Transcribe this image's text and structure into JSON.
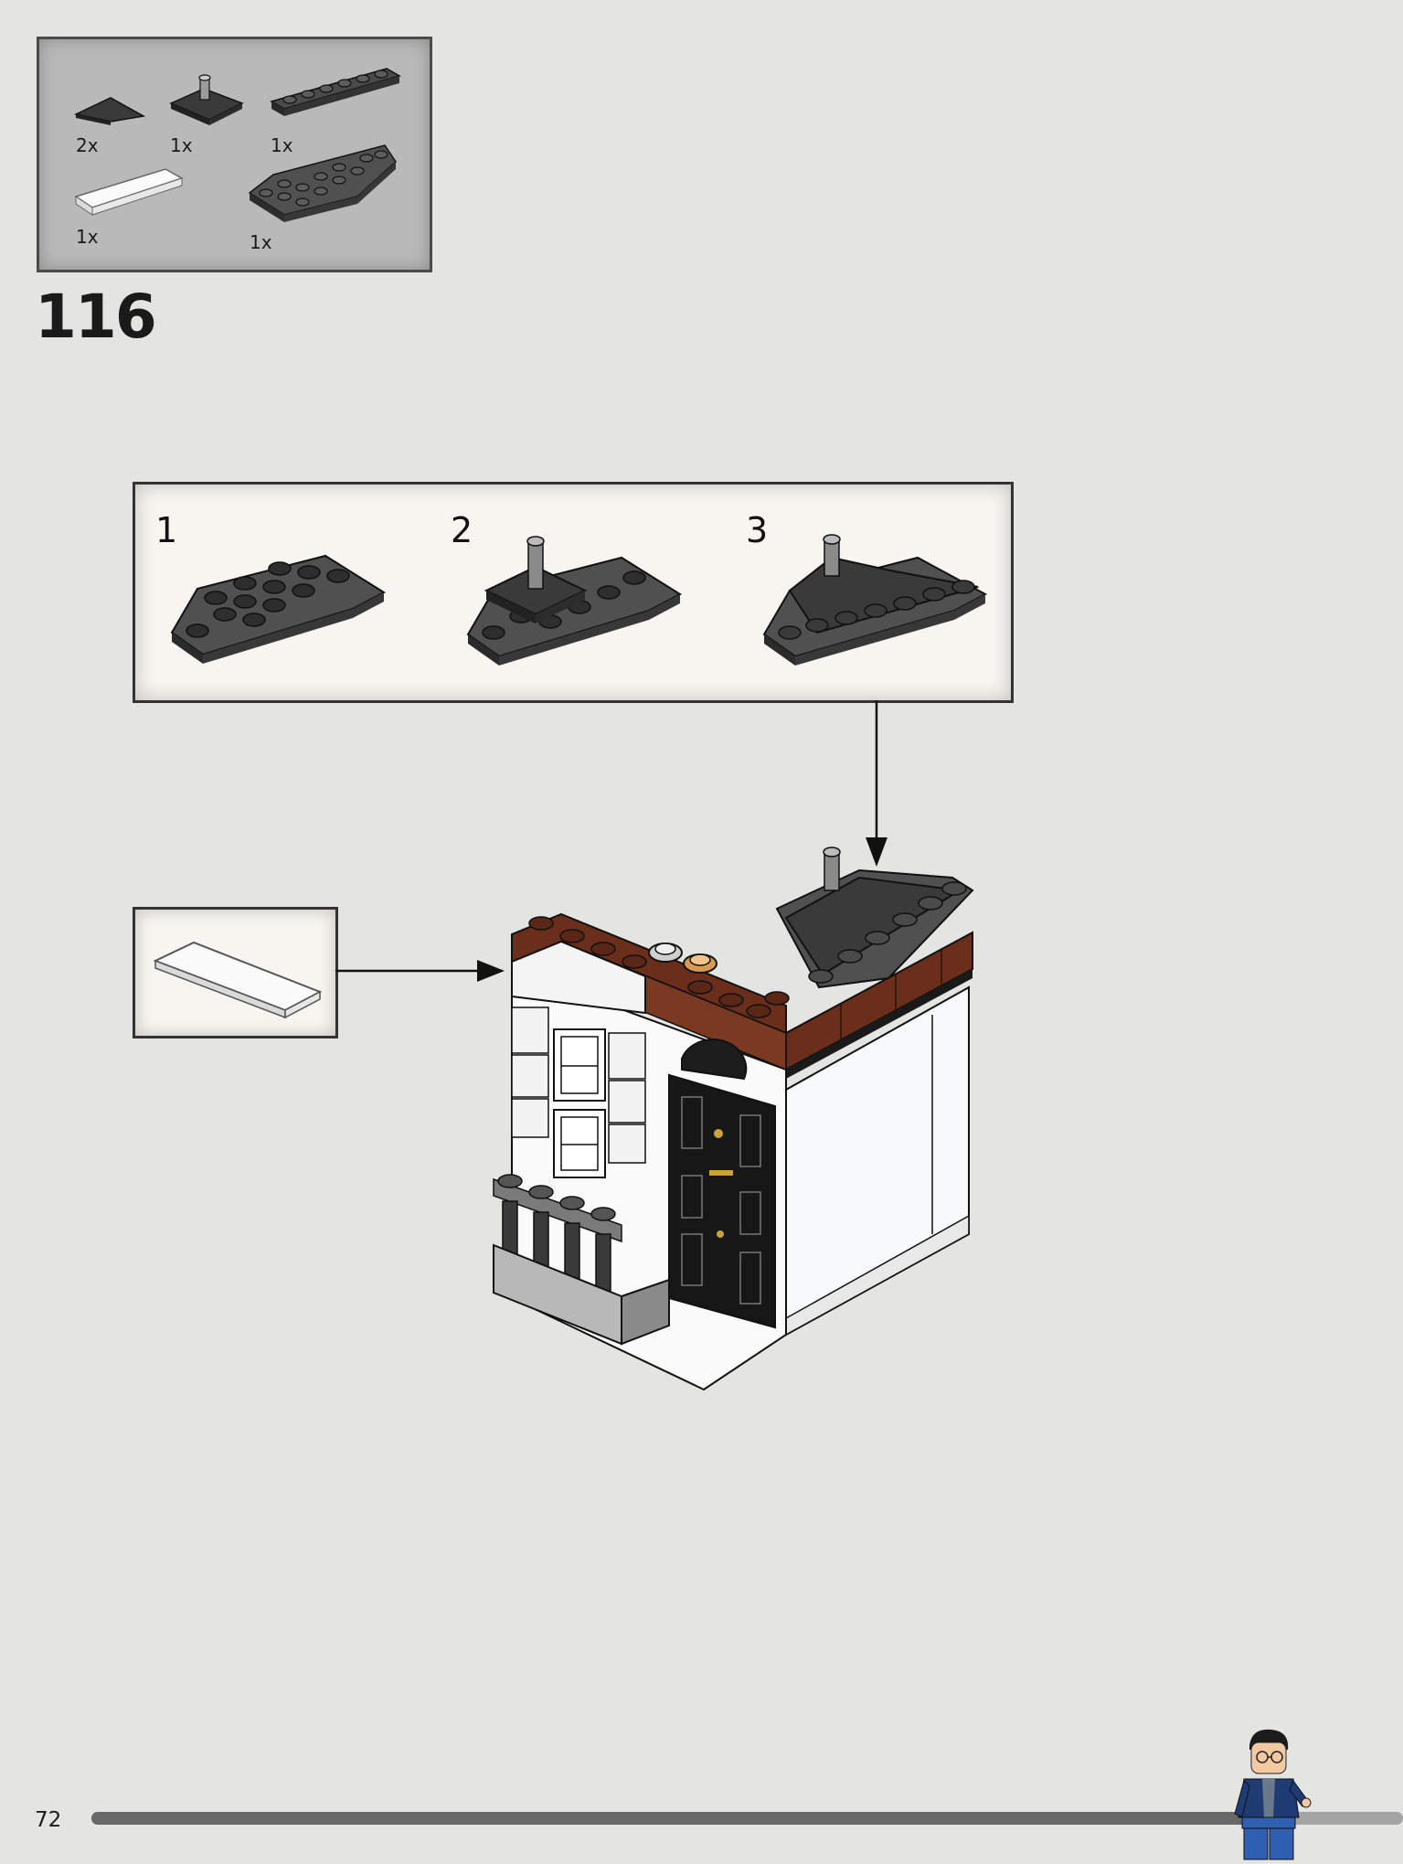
{
  "page": {
    "step_number": "116",
    "page_number": "72",
    "progress_fraction": 0.905
  },
  "parts": [
    {
      "qty": "2x",
      "icon": "wedge-tile-dark-gray"
    },
    {
      "qty": "1x",
      "icon": "plate-with-pin-black"
    },
    {
      "qty": "1x",
      "icon": "plate-1x6-dark-gray"
    },
    {
      "qty": "1x",
      "icon": "tile-1x4-white"
    },
    {
      "qty": "1x",
      "icon": "wedge-plate-dark-gray"
    }
  ],
  "substeps": [
    {
      "label": "1"
    },
    {
      "label": "2"
    },
    {
      "label": "3"
    }
  ],
  "colors": {
    "page_bg": "#e4e4e3",
    "parts_box_bg": "#b9b9b9",
    "callout_bg": "#f6f5ef",
    "dark_gray": "#5a5a5a",
    "black": "#2a2a2a",
    "brown": "#6b2e1a",
    "white_brick": "#fafafa",
    "progress_fill": "#686868",
    "progress_track": "#a4a4a4"
  }
}
